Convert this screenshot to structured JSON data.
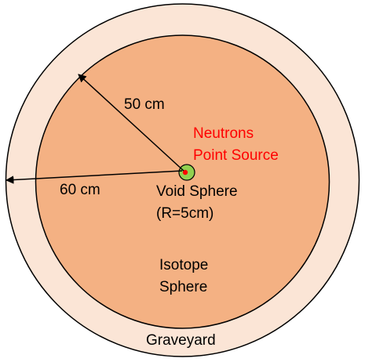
{
  "labels": {
    "inner_radius": "50 cm",
    "outer_radius": "60 cm",
    "source_line1": "Neutrons",
    "source_line2": "Point Source",
    "void_line1": "Void Sphere",
    "void_line2": "(R=5cm)",
    "isotope_line1": "Isotope",
    "isotope_line2": "Sphere",
    "graveyard": "Graveyard"
  },
  "colors": {
    "graveyard_fill": "#fbe5d6",
    "isotope_fill": "#f4b183",
    "void_fill": "#92d050",
    "source_dot": "#ff0000",
    "source_text": "#ff0000",
    "outline": "#000000"
  }
}
